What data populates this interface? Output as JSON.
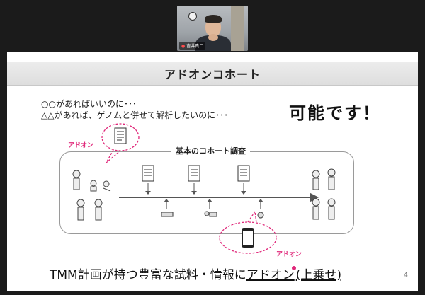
{
  "participant": {
    "name": "吉井貴二"
  },
  "slide": {
    "title": "アドオンコホート",
    "wish_line_1": "○○があればいいのに･･･",
    "wish_line_2": "△△があれば、ゲノムと併せて解析したいのに･･･",
    "possible": "可能です！",
    "cohort_label": "基本のコホート調査",
    "addon_top": "アドオン",
    "addon_bottom": "アドオン",
    "bottom_prefix": "TMM計画が持つ豊富な試料・情報に",
    "bottom_addon": "アドオン",
    "bottom_suffix": "(上乗せ)",
    "page_number": "4"
  },
  "colors": {
    "accent_pink": "#e0287a",
    "box_gray": "#9a9a9a"
  }
}
